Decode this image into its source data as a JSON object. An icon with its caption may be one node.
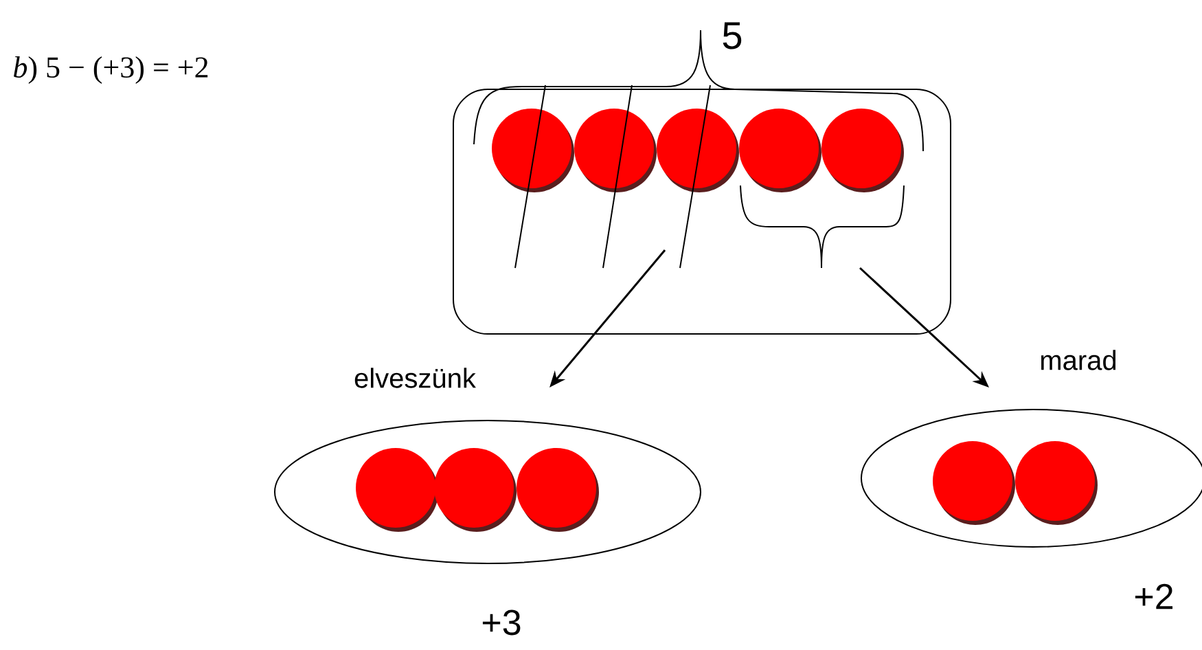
{
  "diagram": {
    "nodes": [
      {
        "text": [],
        "shape": "box"
      },
      {
        "text": [],
        "shape": "ellipse",
        "beside": [
          "+3"
        ]
      },
      {
        "text": [],
        "shape": "ellipse",
        "beside": [
          "+2"
        ]
      }
    ],
    "edges": [
      {
        "from": 0,
        "to": 1,
        "arrow": "to",
        "label": "elveszünk"
      },
      {
        "from": 0,
        "to": 2,
        "arrow": "to",
        "label": "marad"
      }
    ],
    "labels": [
      "*b*)   5 − (+3) = +2",
      "5"
    ]
  }
}
